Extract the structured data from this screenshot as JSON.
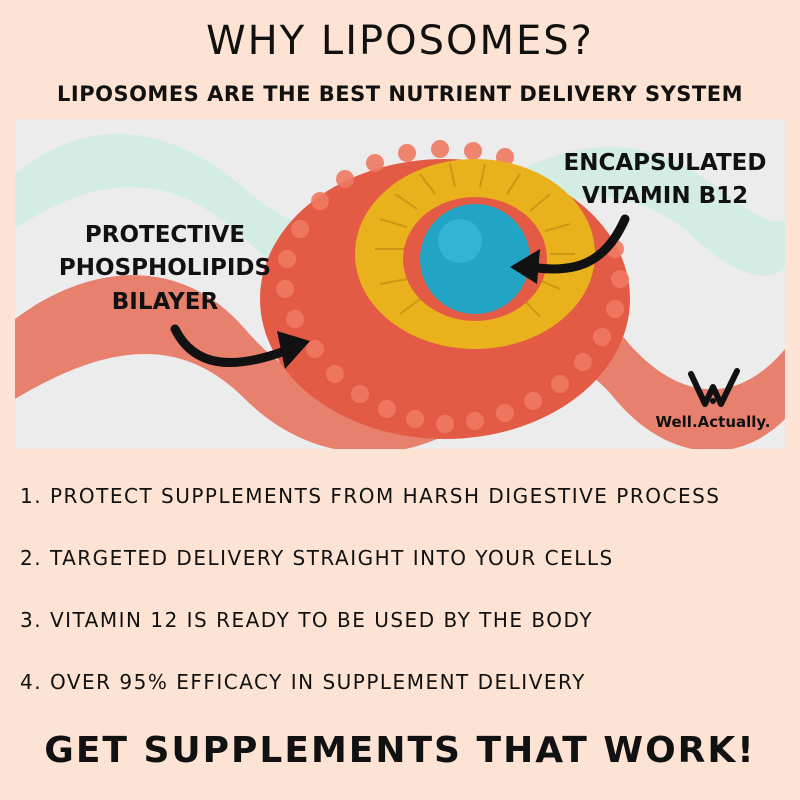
{
  "header": {
    "title": "WHY LIPOSOMES?",
    "subtitle": "LIPOSOMES ARE THE BEST NUTRIENT DELIVERY SYSTEM"
  },
  "illustration": {
    "label_encapsulated": "ENCAPSULATED\nVITAMIN B12",
    "label_protective": "PROTECTIVE\nPHOSPHOLIPIDS\nBILAYER"
  },
  "logo": {
    "mark": "W",
    "text": "Well.Actually."
  },
  "benefits": [
    "1. PROTECT SUPPLEMENTS FROM HARSH DIGESTIVE PROCESS",
    "2. TARGETED DELIVERY STRAIGHT INTO YOUR CELLS",
    "3. VITAMIN 12 IS READY TO BE USED BY THE BODY",
    "4. OVER 95% EFFICACY IN SUPPLEMENT DELIVERY"
  ],
  "cta": "GET SUPPLEMENTS THAT WORK!",
  "colors": {
    "background": "#fde3d3",
    "panel": "#ececec",
    "coral": "#e8806e",
    "mint": "#d3ece4",
    "lipid_head": "#e35b45",
    "lipid_tail": "#e9b21c",
    "core": "#22a4c4"
  }
}
